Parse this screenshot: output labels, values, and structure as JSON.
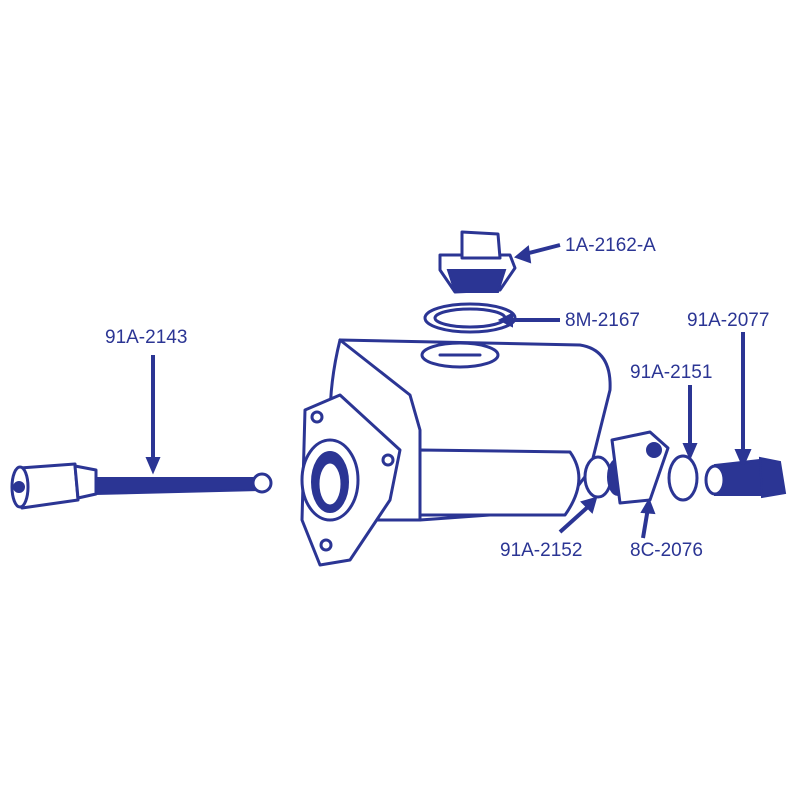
{
  "diagram": {
    "title": "Master cylinder exploded view",
    "ink_color": "#2b3594",
    "labels": [
      {
        "id": "filler-plug",
        "text": "1A-2162-A"
      },
      {
        "id": "plug-gasket",
        "text": "8M-2167"
      },
      {
        "id": "push-rod",
        "text": "91A-2143"
      },
      {
        "id": "outlet-bolt",
        "text": "91A-2077"
      },
      {
        "id": "outer-gasket",
        "text": "91A-2151"
      },
      {
        "id": "inner-gasket",
        "text": "91A-2152"
      },
      {
        "id": "outlet-fitting",
        "text": "8C-2076"
      }
    ]
  }
}
